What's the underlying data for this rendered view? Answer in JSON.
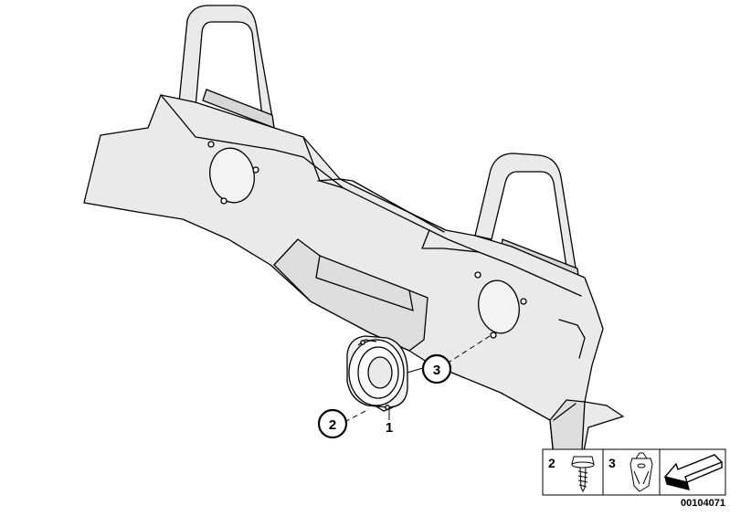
{
  "callouts": [
    {
      "number": "1"
    },
    {
      "number": "2"
    },
    {
      "number": "3"
    }
  ],
  "legend": {
    "items": [
      {
        "number": "2",
        "icon": "screw-icon"
      },
      {
        "number": "3",
        "icon": "clip-nut-icon"
      },
      {
        "icon": "arrow-icon"
      }
    ]
  },
  "diagram_number": "00104071",
  "colors": {
    "panel_fill": "#ece9ea",
    "line": "#000000",
    "background": "#ffffff"
  }
}
